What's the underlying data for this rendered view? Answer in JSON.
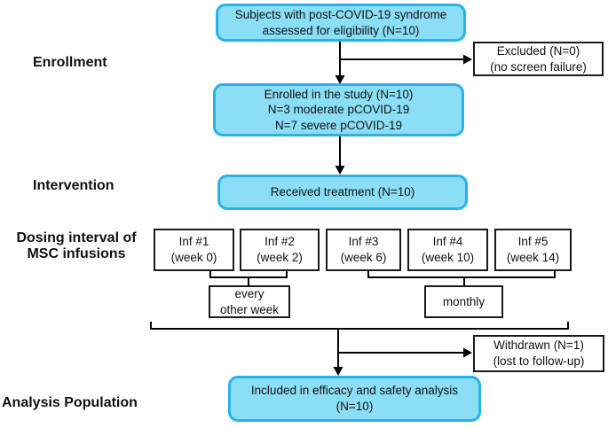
{
  "colors": {
    "box_fill": "#8ADEF5",
    "box_border": "#29B2E5",
    "line": "#000000"
  },
  "stages": {
    "enrollment": "Enrollment",
    "intervention": "Intervention",
    "dosing_line1": "Dosing interval of",
    "dosing_line2": "MSC infusions",
    "analysis": "Analysis Population"
  },
  "boxes": {
    "eligibility": {
      "line1": "Subjects with post-COVID-19 syndrome",
      "line2": "assessed for eligibility  (N=10)"
    },
    "excluded": {
      "line1": "Excluded (N=0)",
      "line2": "(no screen failure)"
    },
    "enrolled": {
      "line1": "Enrolled in the study (N=10)",
      "line2": "N=3 moderate pCOVID-19",
      "line3": "N=7 severe pCOVID-19"
    },
    "treatment": {
      "line1": "Received treatment (N=10)"
    },
    "withdrawn": {
      "line1": "Withdrawn (N=1)",
      "line2": "(lost to follow-up)"
    },
    "analysis_included": {
      "line1": "Included in efficacy and safety analysis",
      "line2": "(N=10)"
    }
  },
  "infusions": [
    {
      "line1": "Inf #1",
      "line2": "(week 0)"
    },
    {
      "line1": "Inf #2",
      "line2": "(week 2)"
    },
    {
      "line1": "Inf #3",
      "line2": "(week 6)"
    },
    {
      "line1": "Inf #4",
      "line2": "(week 10)"
    },
    {
      "line1": "Inf #5",
      "line2": "(week 14)"
    }
  ],
  "interval_labels": {
    "biweekly_line1": "every",
    "biweekly_line2": "other week",
    "monthly": "monthly"
  }
}
